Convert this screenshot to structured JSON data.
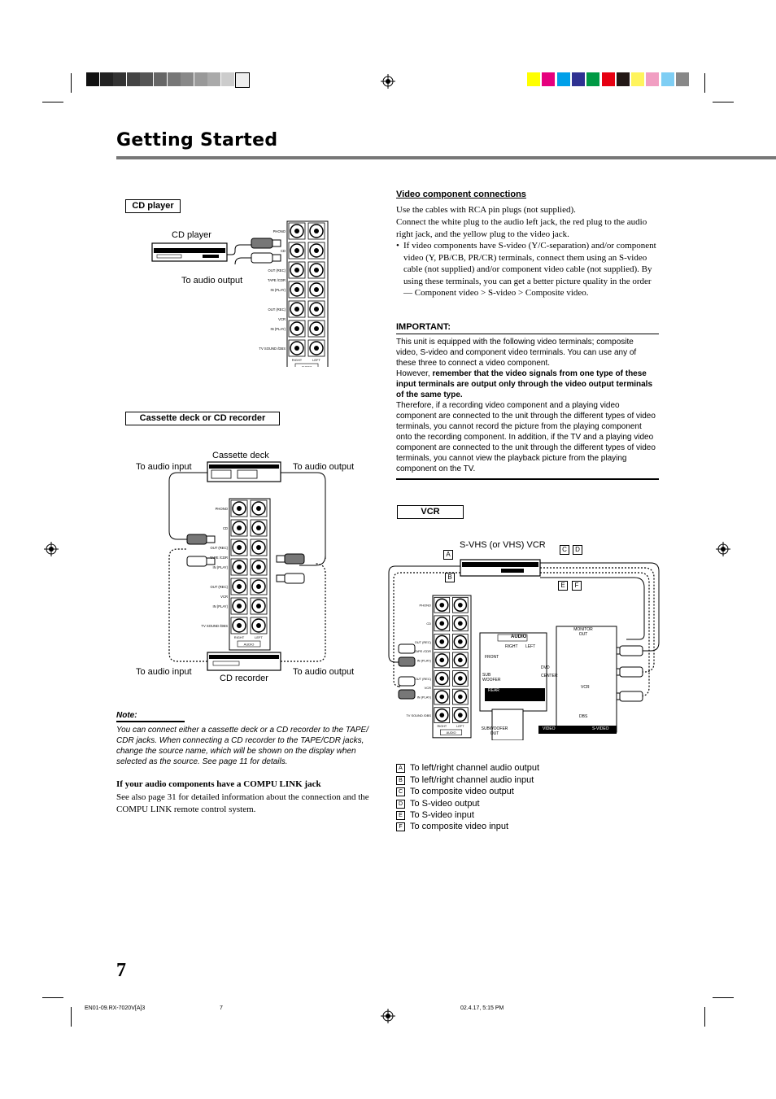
{
  "page": {
    "title": "Getting Started",
    "page_number": "7",
    "footer": {
      "file": "EN01-09.RX-7020V[A]3",
      "page": "7",
      "date": "02.4.17, 5:15 PM"
    }
  },
  "cd_section": {
    "box_label": "CD player",
    "device_label": "CD player",
    "output_label": "To audio output"
  },
  "cassette_section": {
    "box_label": "Cassette deck or CD recorder",
    "deck_label": "Cassette deck",
    "recorder_label": "CD recorder",
    "top_left": "To audio input",
    "top_right": "To audio output",
    "bottom_left": "To audio input",
    "bottom_right": "To audio output"
  },
  "panel_labels": {
    "phono": "PHONO",
    "cd": "CD",
    "out_rec": "OUT (REC)",
    "tape_cdr": "TAPE /CDR",
    "in_play": "IN (PLAY)",
    "vcr": "VCR",
    "tv_sound_dbs": "TV SOUND /DBS",
    "right": "RIGHT",
    "left": "LEFT",
    "audio": "AUDIO"
  },
  "note": {
    "heading": "Note:",
    "text": "You can connect either a cassette deck or a CD recorder to the TAPE/ CDR jacks. When connecting a CD recorder to the TAPE/CDR jacks, change the source name, which will be shown on the display when selected as the source. See page 11 for details.",
    "compu_heading": "If your audio components have a COMPU LINK jack",
    "compu_text": "See also page 31 for detailed information about the connection and the COMPU LINK remote control system."
  },
  "video_section": {
    "heading": "Video component connections",
    "p1": "Use the cables with RCA pin plugs (not supplied).",
    "p2": "Connect the white plug to the audio left jack, the red plug to the audio right jack, and the yellow plug to the video jack.",
    "bullet": "If video components have S-video (Y/C-separation) and/or component video (Y, PB/CB, PR/CR) terminals, connect them using an S-video cable (not supplied) and/or component video cable (not supplied). By using these terminals, you can get a better picture quality in the order — Component video > S-video > Composite video.",
    "important_heading": "IMPORTANT:",
    "imp1": "This unit is equipped with the following video terminals; composite video, S-video and component video terminals. You can use any of these three to connect a video component.",
    "imp2_lead": "However, ",
    "imp2_bold": "remember that the video signals from one type of these input terminals are output only through the video output terminals of the same type.",
    "imp3": "Therefore, if a recording video component and a playing video component are connected to the unit through the different types of video terminals, you cannot record the picture from the playing component onto the recording component. In addition, if the TV and a playing video component are connected to the unit through the different types of video terminals, you cannot view the playback picture from the playing component on the TV."
  },
  "vcr_section": {
    "box_label": "VCR",
    "device_label": "S-VHS (or VHS) VCR",
    "letters": [
      "A",
      "B",
      "C",
      "D",
      "E",
      "F"
    ],
    "panel": {
      "audio": "AUDIO",
      "right": "RIGHT",
      "left": "LEFT",
      "front": "FRONT",
      "sub_woofer": "SUB WOOFER",
      "dvd": "DVD",
      "center": "CENTER",
      "rear": "REAR",
      "subwoofer_out": "SUBWOOFER OUT",
      "monitor_out": "MONITOR OUT",
      "video": "VIDEO",
      "s_video": "S-VIDEO",
      "vcr": "VCR",
      "dbs": "DBS",
      "out_rec": "OUT (REC)",
      "in_play": "IN (PLAY)"
    },
    "legend": [
      {
        "key": "A",
        "text": "To left/right channel audio output"
      },
      {
        "key": "B",
        "text": "To left/right channel audio input"
      },
      {
        "key": "C",
        "text": "To composite video output"
      },
      {
        "key": "D",
        "text": "To S-video output"
      },
      {
        "key": "E",
        "text": "To S-video input"
      },
      {
        "key": "F",
        "text": "To composite video input"
      }
    ]
  },
  "colors": {
    "gray_swatches": [
      "#111111",
      "#222222",
      "#333333",
      "#444444",
      "#555555",
      "#666666",
      "#777777",
      "#888888",
      "#999999",
      "#aaaaaa",
      "#cccccc",
      "#eeeeee"
    ],
    "color_swatches": [
      "#ffff00",
      "#e6007e",
      "#00a0e9",
      "#2e3192",
      "#009944",
      "#e60012",
      "#231815",
      "#fff45c",
      "#f19ec2",
      "#7ecef4",
      "#888888"
    ],
    "title_rule": "#777777"
  }
}
